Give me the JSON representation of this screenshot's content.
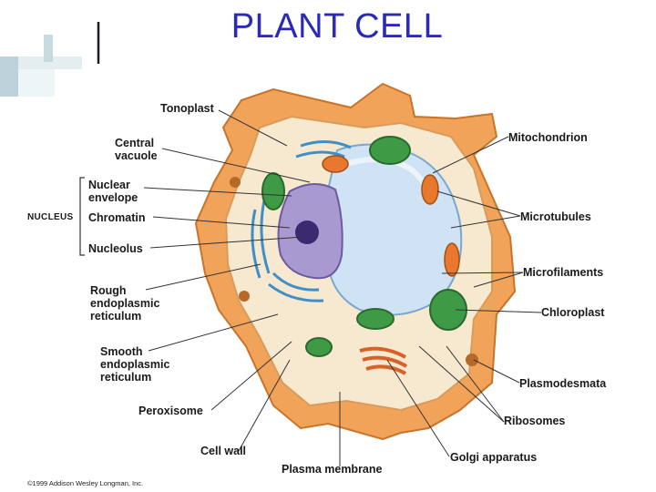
{
  "title": "PLANT CELL",
  "labels": {
    "tonoplast": "Tonoplast",
    "central_vacuole": "Central\nvacuole",
    "nuclear_envelope": "Nuclear\nenvelope",
    "nucleus": "Nucleus",
    "chromatin": "Chromatin",
    "nucleolus": "Nucleolus",
    "rough_er": "Rough\nendoplasmic\nreticulum",
    "smooth_er": "Smooth\nendoplasmic\nreticulum",
    "peroxisome": "Peroxisome",
    "cell_wall": "Cell wall",
    "plasma_membrane": "Plasma membrane",
    "golgi": "Golgi apparatus",
    "ribosomes": "Ribosomes",
    "plasmodesmata": "Plasmodesmata",
    "chloroplast": "Chloroplast",
    "microfilaments": "Microfilaments",
    "microtubules": "Microtubules",
    "mitochondrion": "Mitochondrion"
  },
  "copyright": "©1999 Addison Wesley Longman, Inc.",
  "colors": {
    "title": "#2a2ab8",
    "cell_wall": "#f2a35a",
    "cytoplasm": "#f6e9cf",
    "vacuole": "#cfe3f5",
    "nucleus": "#a89ad0",
    "chloroplast": "#3f9a45",
    "er": "#3d8fc7",
    "mitochondrion": "#e8782e"
  }
}
